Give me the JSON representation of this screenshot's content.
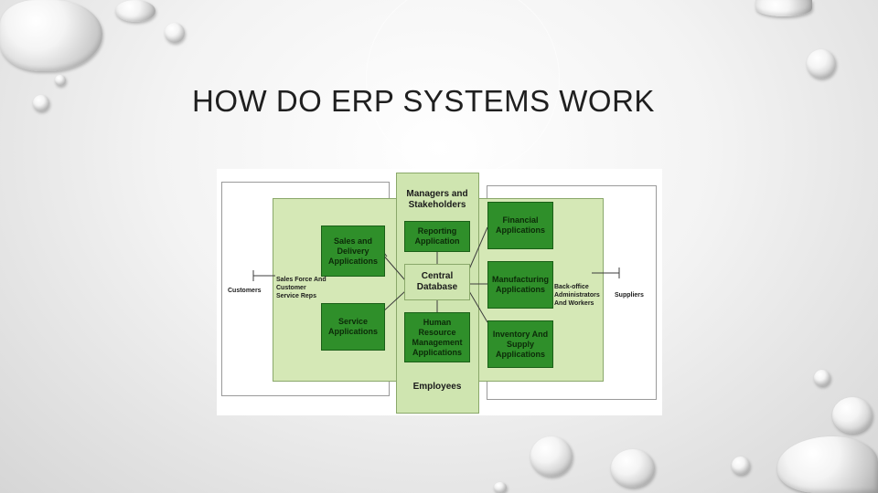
{
  "slide": {
    "title": "HOW DO ERP SYSTEMS WORK"
  },
  "diagram": {
    "managers": "Managers and Stakeholders",
    "employees": "Employees",
    "central_database": "Central Database",
    "modules": {
      "sales": "Sales and Delivery Applications",
      "service": "Service Applications",
      "reporting": "Reporting Application",
      "hr": "Human Resource Management Applications",
      "financial": "Financial Applications",
      "manufacturing": "Manufacturing Applications",
      "inventory": "Inventory And Supply Applications"
    },
    "actors": {
      "customers": "Customers",
      "sales_force": "Sales Force And Customer Service Reps",
      "back_office": "Back-office Administrators And Workers",
      "suppliers": "Suppliers"
    }
  },
  "colors": {
    "module_green": "#2f8f2a",
    "light_green": "#d5e8b6",
    "title_text": "#1f1f1f"
  }
}
